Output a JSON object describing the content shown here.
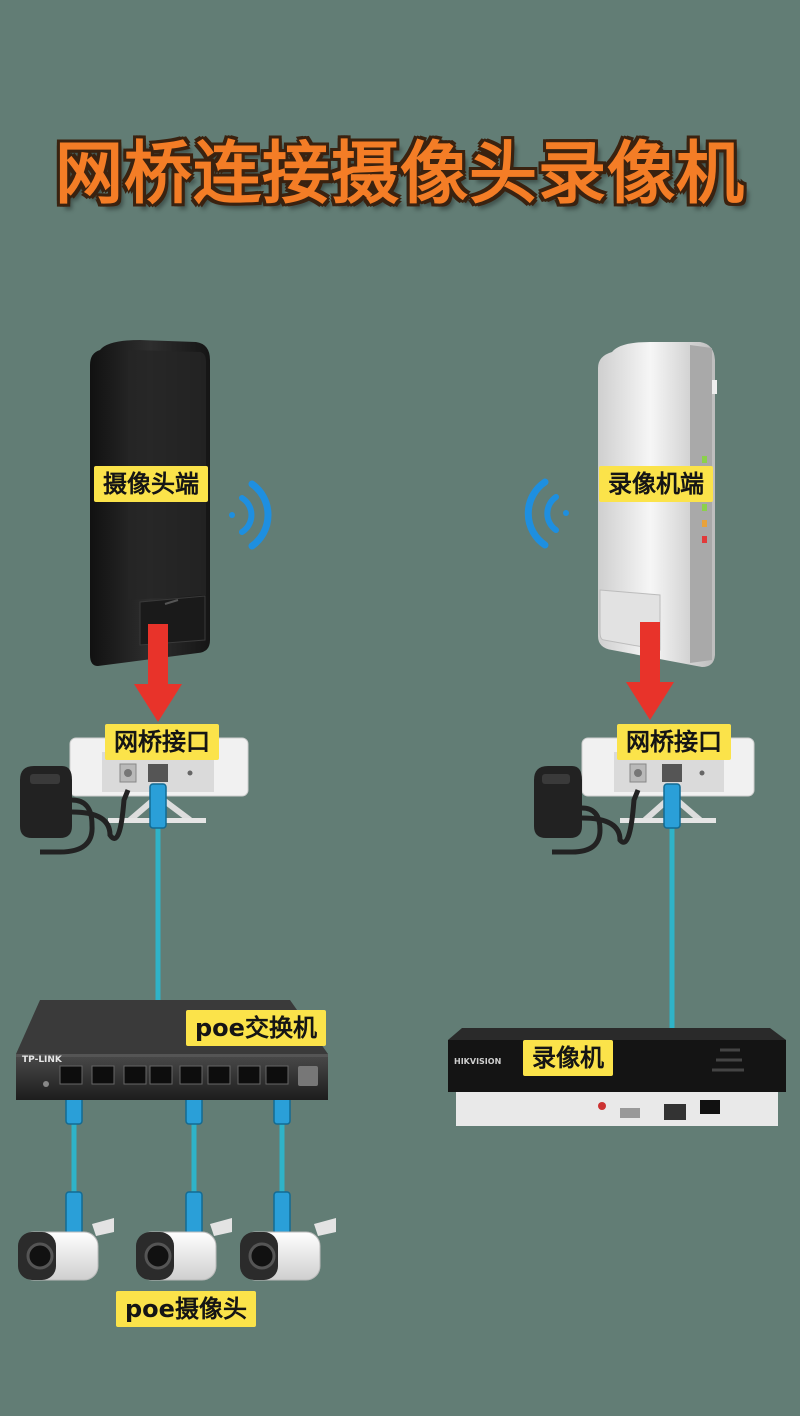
{
  "title": "网桥连接摄像头录像机",
  "labels": {
    "camera_end": "摄像头端",
    "recorder_end": "录像机端",
    "bridge_port_left": "网桥接口",
    "bridge_port_right": "网桥接口",
    "poe_switch": "poe交换机",
    "recorder": "录像机",
    "poe_camera": "poe摄像头"
  },
  "device_text": {
    "switch_brand": "TP-LINK",
    "recorder_brand": "HIKVISION"
  },
  "colors": {
    "background": "#627d75",
    "title": "#f47d26",
    "label_bg": "#fbe34a",
    "arrow": "#e8332a",
    "cable": "#2fb3c8",
    "wifi": "#1e8fe0"
  }
}
